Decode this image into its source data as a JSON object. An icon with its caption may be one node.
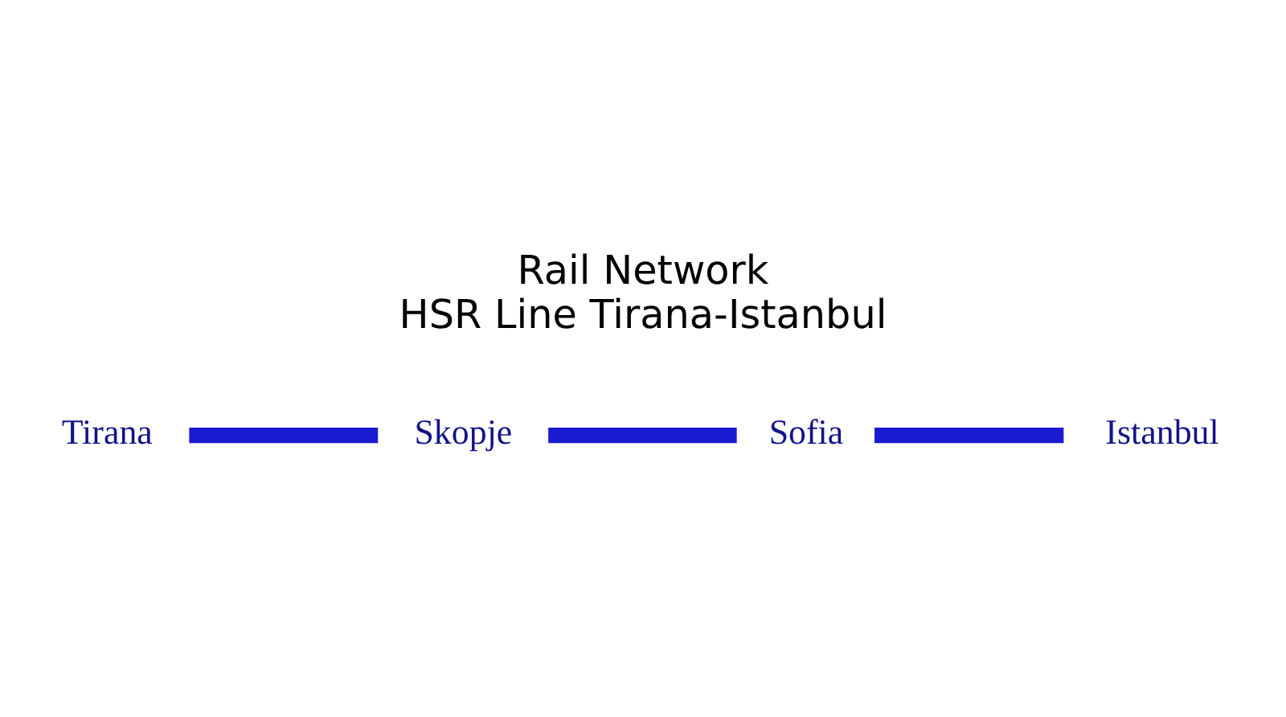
{
  "diagram": {
    "title": "Rail Network",
    "caption": "HSR Line Tirana-Istanbul",
    "nodes": [
      {
        "text": [
          "Tirana"
        ]
      },
      {
        "text": [
          "Skopje"
        ]
      },
      {
        "text": [
          "Sofia"
        ]
      },
      {
        "text": [
          "Istanbul"
        ]
      }
    ],
    "edges": [
      {
        "from": 0,
        "to": 1,
        "arrow": "none"
      },
      {
        "from": 1,
        "to": 2,
        "arrow": "none"
      },
      {
        "from": 2,
        "to": 3,
        "arrow": "none"
      }
    ]
  }
}
